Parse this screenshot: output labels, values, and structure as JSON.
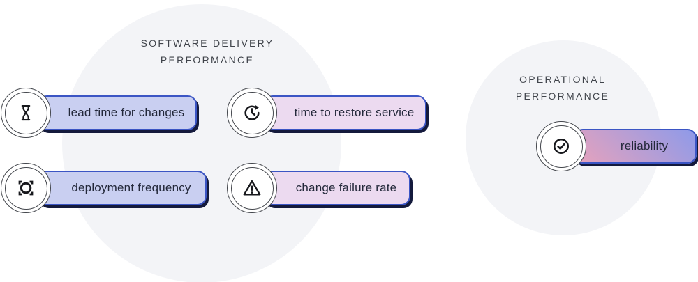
{
  "groups": [
    {
      "title": "SOFTWARE DELIVERY PERFORMANCE",
      "metrics": [
        {
          "label": "lead time for changes",
          "icon": "hourglass-icon",
          "style": "blue"
        },
        {
          "label": "deployment frequency",
          "icon": "deployment-target-icon",
          "style": "blue"
        },
        {
          "label": "time to restore service",
          "icon": "restore-clock-icon",
          "style": "pink"
        },
        {
          "label": "change failure rate",
          "icon": "warning-triangle-icon",
          "style": "pink"
        }
      ]
    },
    {
      "title": "OPERATIONAL PERFORMANCE",
      "metrics": [
        {
          "label": "reliability",
          "icon": "check-circle-icon",
          "style": "gradient"
        }
      ]
    }
  ],
  "colors": {
    "background": "#ffffff",
    "circle_fill": "#f3f4f7",
    "pill_blue": "#c9cff1",
    "pill_pink": "#ecdaf0",
    "pill_gradient_start": "#8e9ae9",
    "pill_gradient_end": "#e7a2bc",
    "pill_border": "#3b55c4",
    "pill_shadow": "#141a3c",
    "title_text": "#3f434a",
    "label_text": "#23283a",
    "icon_ink": "#17181c"
  }
}
